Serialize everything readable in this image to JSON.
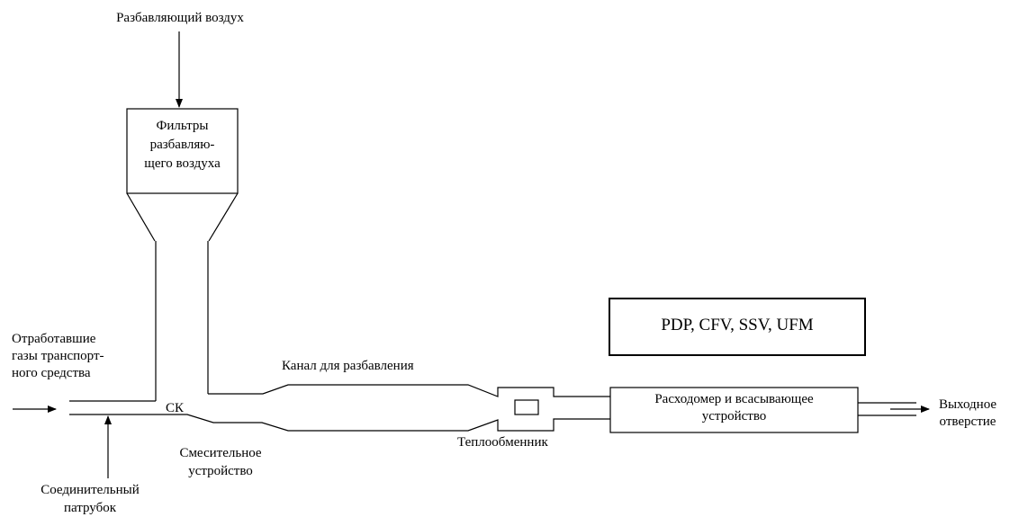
{
  "diagram": {
    "dilution_air": "Разбавляющий воздух",
    "filter": {
      "line1": "Фильтры",
      "line2": "разбавляю-",
      "line3": "щего воздуха"
    },
    "exhaust": {
      "line1": "Отработавшие",
      "line2": "газы транспорт-",
      "line3": "ного средства"
    },
    "mixing_chamber": "СК",
    "mixing_device": {
      "line1": "Смесительное",
      "line2": "устройство"
    },
    "connecting_pipe": {
      "line1": "Соединительный",
      "line2": "патрубок"
    },
    "dilution_tunnel": "Канал для разбавления",
    "heat_exchanger": "Теплообменник",
    "flowmeter": {
      "line1": "Расходомер и всасывающее",
      "line2": "устройство"
    },
    "outlet": {
      "line1": "Выходное",
      "line2": "отверстие"
    },
    "device_types": "PDP, CFV, SSV, UFM"
  }
}
